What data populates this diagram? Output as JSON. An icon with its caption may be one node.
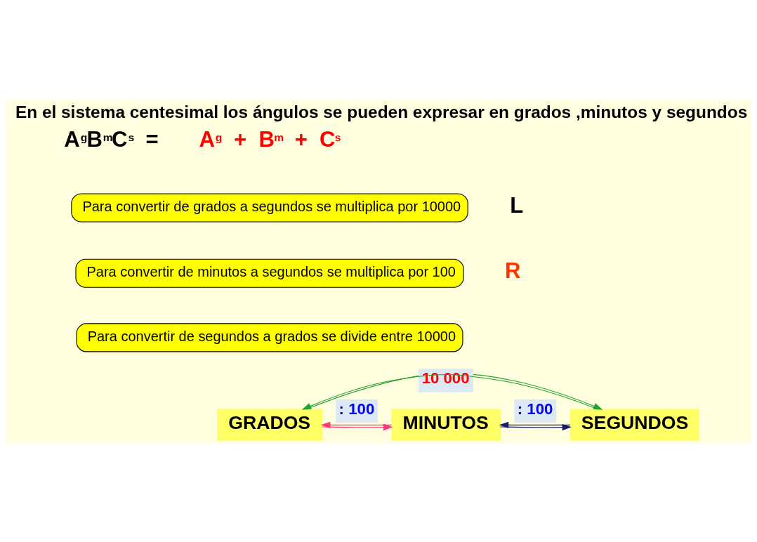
{
  "diagram": {
    "title": "En el sistema centesimal los ángulos se pueden expresar en grados ,minutos y segundos",
    "nodes": [
      {
        "text": [
          "Para convertir de grados a segundos se multiplica por 10000"
        ]
      },
      {
        "text": [
          "Para convertir de minutos a segundos se multiplica por 100"
        ]
      },
      {
        "text": [
          "Para convertir de segundos a grados se divide entre 10000"
        ]
      },
      {
        "text": [
          "GRADOS"
        ]
      },
      {
        "text": [
          "MINUTOS"
        ]
      },
      {
        "text": [
          "SEGUNDOS"
        ]
      }
    ],
    "edges": [
      {
        "from": 3,
        "to": 5,
        "arrow": "to",
        "label": "10 000",
        "color": "#22a02a"
      },
      {
        "from": 3,
        "to": 4,
        "arrow": "to",
        "color": "#ff3377"
      },
      {
        "from": 4,
        "to": 5,
        "arrow": "to",
        "color": "#1a1a6e"
      },
      {
        "from": 4,
        "to": 3,
        "arrow": "to",
        "label": ": 100",
        "color": "#ff3377"
      },
      {
        "from": 5,
        "to": 4,
        "arrow": "to",
        "label": ": 100",
        "color": "#1a1a6e"
      },
      {
        "from": 5,
        "to": 3,
        "arrow": "to",
        "color": "#22a02a"
      }
    ],
    "labels": [
      "A$^{g}$B$^{m}$C$^{s}$ =",
      "A$^{g}$ + B$^{m}$ + C$^{s}$",
      "L",
      "R"
    ]
  }
}
